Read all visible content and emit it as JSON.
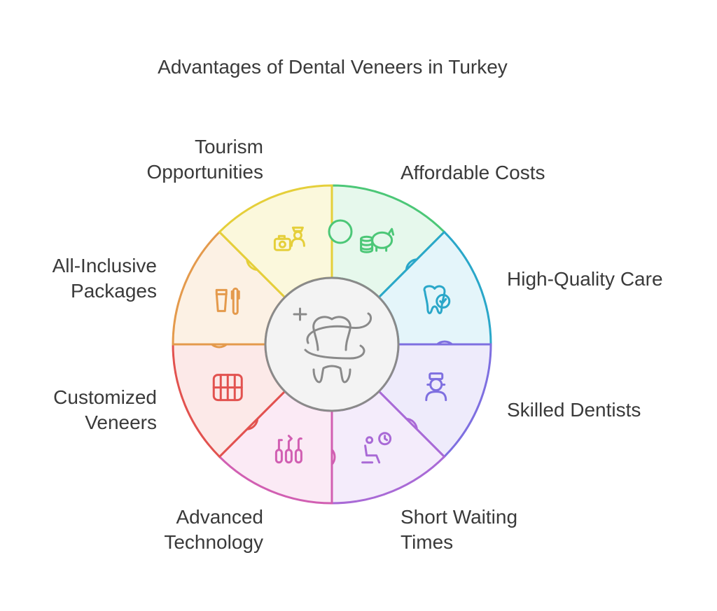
{
  "title": "Advantages of Dental Veneers in Turkey",
  "segments": [
    {
      "lines": [
        "Affordable Costs"
      ],
      "color": "#4cc777",
      "fill": "#e6f8ec",
      "icon": "piggy-bank-coins-icon"
    },
    {
      "lines": [
        "High-Quality Care"
      ],
      "color": "#2aa7c9",
      "fill": "#e4f5fa",
      "icon": "tooth-check-icon"
    },
    {
      "lines": [
        "Skilled Dentists"
      ],
      "color": "#7e6fe0",
      "fill": "#eeebfb",
      "icon": "dentist-icon"
    },
    {
      "lines": [
        "Short Waiting",
        "Times"
      ],
      "color": "#a96ad6",
      "fill": "#f4ecfb",
      "icon": "waiting-chair-clock-icon"
    },
    {
      "lines": [
        "Advanced",
        "Technology"
      ],
      "color": "#d15fb2",
      "fill": "#fbeaf5",
      "icon": "dental-tools-icon"
    },
    {
      "lines": [
        "Customized",
        "Veneers"
      ],
      "color": "#e2524f",
      "fill": "#fce9e8",
      "icon": "teeth-icon"
    },
    {
      "lines": [
        "All-Inclusive",
        "Packages"
      ],
      "color": "#e49a4c",
      "fill": "#fcf1e4",
      "icon": "toothpaste-toothbrush-icon"
    },
    {
      "lines": [
        "Tourism",
        "Opportunities"
      ],
      "color": "#e5cf3a",
      "fill": "#fbf8dc",
      "icon": "tourist-camera-icon"
    }
  ],
  "center": {
    "icon": "tooth-veneer-icon",
    "color": "#8a8a8a",
    "fill": "#f3f3f3"
  }
}
